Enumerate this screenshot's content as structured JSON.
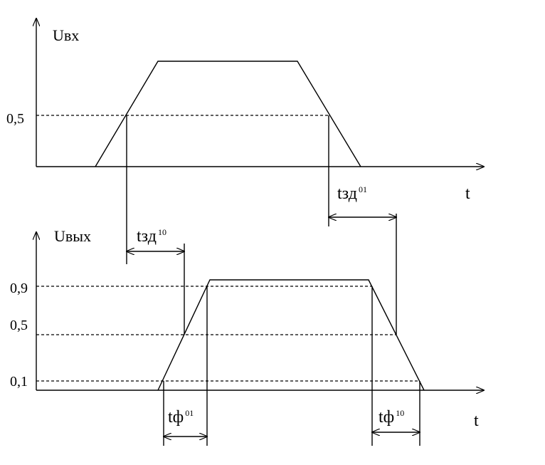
{
  "top_plot": {
    "y_axis_label": "Uвх",
    "x_axis_label": "t",
    "level_label": "0,5"
  },
  "bottom_plot": {
    "y_axis_label": "Uвых",
    "x_axis_label": "t",
    "level_labels": [
      "0,9",
      "0,5",
      "0,1"
    ]
  },
  "intervals": {
    "delay_01": {
      "base": "tзд",
      "sup": "01"
    },
    "delay_10": {
      "base": "tзд",
      "sup": "10"
    },
    "front_01": {
      "base": "tф",
      "sup": "01"
    },
    "front_10": {
      "base": "tф",
      "sup": "10"
    }
  }
}
